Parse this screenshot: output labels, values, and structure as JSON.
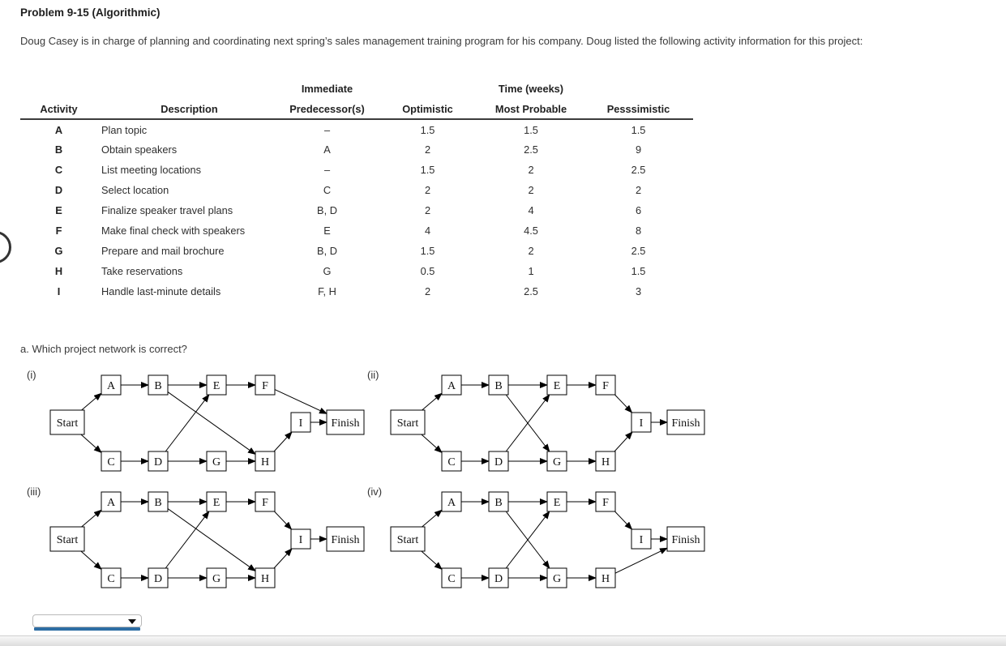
{
  "page": {
    "title": "Problem 9-15 (Algorithmic)",
    "intro": "Doug Casey is in charge of planning and coordinating next spring’s sales management training program for his company. Doug listed the following activity information for this project:",
    "question_a": "a. Which project network is correct?"
  },
  "table": {
    "group_headers": {
      "predecessor_top": "Immediate",
      "time_top": "Time (weeks)"
    },
    "columns": [
      "Activity",
      "Description",
      "Predecessor(s)",
      "Optimistic",
      "Most Probable",
      "Pesssimistic"
    ],
    "rows": [
      {
        "activity": "A",
        "description": "Plan topic",
        "predecessors": "–",
        "optimistic": "1.5",
        "most_probable": "1.5",
        "pessimistic": "1.5"
      },
      {
        "activity": "B",
        "description": "Obtain speakers",
        "predecessors": "A",
        "optimistic": "2",
        "most_probable": "2.5",
        "pessimistic": "9"
      },
      {
        "activity": "C",
        "description": "List meeting locations",
        "predecessors": "–",
        "optimistic": "1.5",
        "most_probable": "2",
        "pessimistic": "2.5"
      },
      {
        "activity": "D",
        "description": "Select location",
        "predecessors": "C",
        "optimistic": "2",
        "most_probable": "2",
        "pessimistic": "2"
      },
      {
        "activity": "E",
        "description": "Finalize speaker travel plans",
        "predecessors": "B, D",
        "optimistic": "2",
        "most_probable": "4",
        "pessimistic": "6"
      },
      {
        "activity": "F",
        "description": "Make final check with speakers",
        "predecessors": "E",
        "optimistic": "4",
        "most_probable": "4.5",
        "pessimistic": "8"
      },
      {
        "activity": "G",
        "description": "Prepare and mail brochure",
        "predecessors": "B, D",
        "optimistic": "1.5",
        "most_probable": "2",
        "pessimistic": "2.5"
      },
      {
        "activity": "H",
        "description": "Take reservations",
        "predecessors": "G",
        "optimistic": "0.5",
        "most_probable": "1",
        "pessimistic": "1.5"
      },
      {
        "activity": "I",
        "description": "Handle last-minute details",
        "predecessors": "F, H",
        "optimistic": "2",
        "most_probable": "2.5",
        "pessimistic": "3"
      }
    ]
  },
  "networks": {
    "node_labels": {
      "Start": "Start",
      "A": "A",
      "B": "B",
      "C": "C",
      "D": "D",
      "E": "E",
      "F": "F",
      "G": "G",
      "H": "H",
      "I": "I",
      "Finish": "Finish"
    },
    "diagrams": [
      {
        "label": "(i)",
        "edges": [
          [
            "Start",
            "A"
          ],
          [
            "Start",
            "C"
          ],
          [
            "A",
            "B"
          ],
          [
            "B",
            "E"
          ],
          [
            "E",
            "F"
          ],
          [
            "C",
            "D"
          ],
          [
            "D",
            "G"
          ],
          [
            "G",
            "H"
          ],
          [
            "D",
            "E"
          ],
          [
            "B",
            "H"
          ],
          [
            "F",
            "Finish"
          ],
          [
            "H",
            "I"
          ],
          [
            "I",
            "Finish"
          ]
        ]
      },
      {
        "label": "(ii)",
        "edges": [
          [
            "Start",
            "A"
          ],
          [
            "Start",
            "C"
          ],
          [
            "A",
            "B"
          ],
          [
            "B",
            "E"
          ],
          [
            "E",
            "F"
          ],
          [
            "C",
            "D"
          ],
          [
            "D",
            "G"
          ],
          [
            "G",
            "H"
          ],
          [
            "D",
            "E"
          ],
          [
            "B",
            "G"
          ],
          [
            "F",
            "I"
          ],
          [
            "H",
            "I"
          ],
          [
            "I",
            "Finish"
          ]
        ]
      },
      {
        "label": "(iii)",
        "edges": [
          [
            "Start",
            "A"
          ],
          [
            "Start",
            "C"
          ],
          [
            "A",
            "B"
          ],
          [
            "B",
            "E"
          ],
          [
            "E",
            "F"
          ],
          [
            "C",
            "D"
          ],
          [
            "D",
            "G"
          ],
          [
            "G",
            "H"
          ],
          [
            "D",
            "E"
          ],
          [
            "B",
            "H"
          ],
          [
            "F",
            "I"
          ],
          [
            "H",
            "I"
          ],
          [
            "I",
            "Finish"
          ]
        ]
      },
      {
        "label": "(iv)",
        "edges": [
          [
            "Start",
            "A"
          ],
          [
            "Start",
            "C"
          ],
          [
            "A",
            "B"
          ],
          [
            "B",
            "E"
          ],
          [
            "E",
            "F"
          ],
          [
            "C",
            "D"
          ],
          [
            "D",
            "G"
          ],
          [
            "G",
            "H"
          ],
          [
            "D",
            "E"
          ],
          [
            "B",
            "G"
          ],
          [
            "F",
            "I"
          ],
          [
            "H",
            "Finish"
          ],
          [
            "I",
            "Finish"
          ]
        ]
      }
    ]
  },
  "answer": {
    "selected_value": "",
    "underline_color": "#2e6da4"
  },
  "colors": {
    "text": "#333333",
    "diagram_line": "#000000",
    "accent_blue": "#2e6da4"
  }
}
